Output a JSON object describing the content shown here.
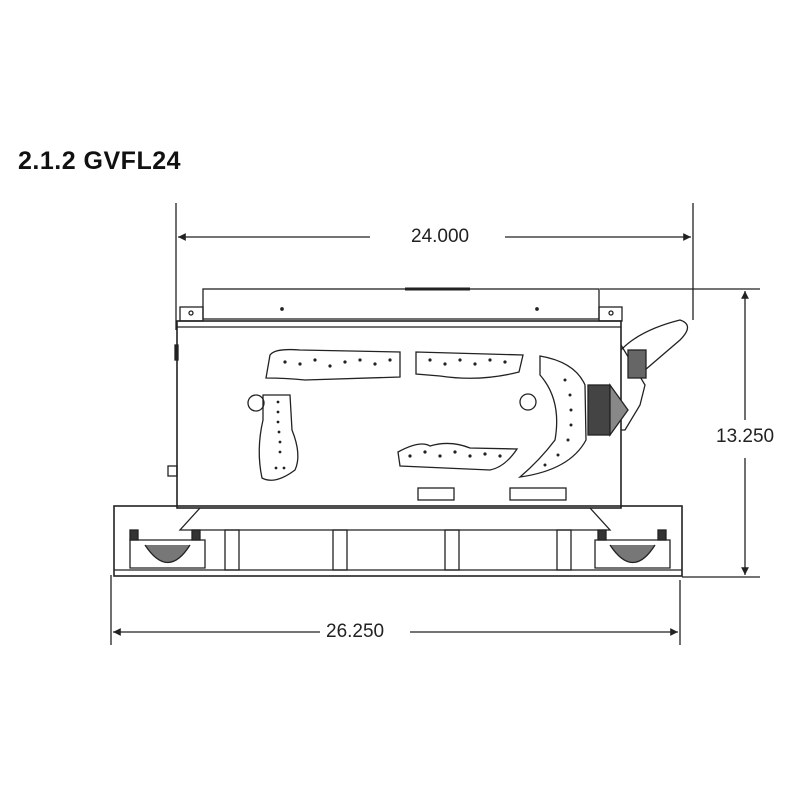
{
  "section_title": "2.1.2 GVFL24",
  "dimensions": {
    "top_width": "24.000",
    "height": "13.250",
    "bottom_width": "26.250"
  },
  "colors": {
    "line": "#222222",
    "background": "#ffffff"
  }
}
